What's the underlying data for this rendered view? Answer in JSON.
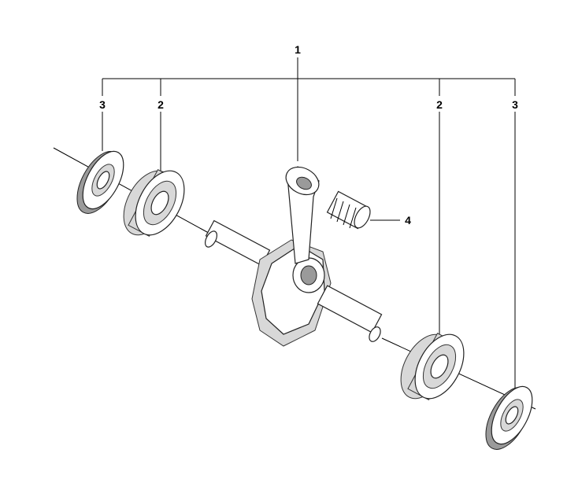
{
  "callouts": {
    "crankshaft": "1",
    "bearing_left": "2",
    "bearing_right": "2",
    "seal_left": "3",
    "seal_right": "3",
    "needle_bearing": "4"
  }
}
